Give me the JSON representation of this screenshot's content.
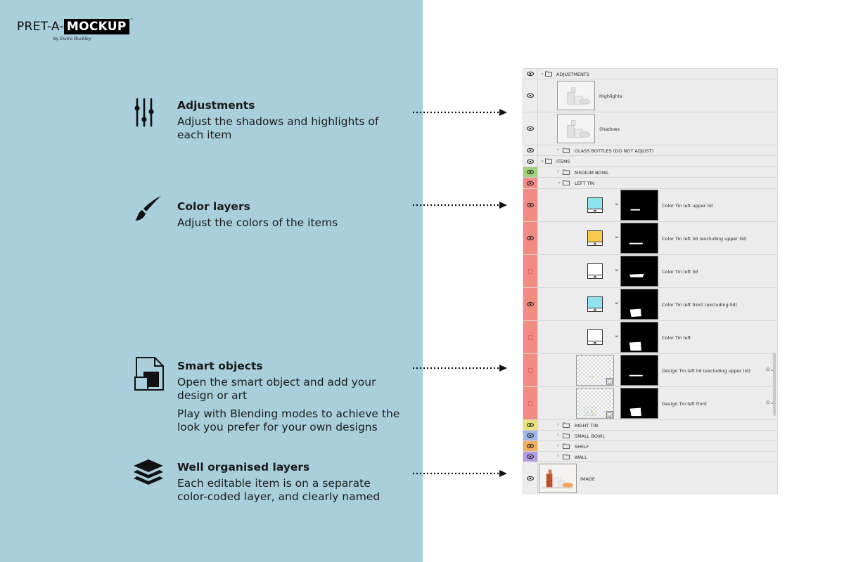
{
  "brand": {
    "pret": "PRET-A-",
    "mockup": "MOCKUP",
    "tm": "™",
    "by": "by",
    "signature": "Ewira Buckley"
  },
  "features": [
    {
      "icon": "sliders-icon",
      "title": "Adjustments",
      "lines": [
        "Adjust the shadows and highlights of",
        "each item"
      ]
    },
    {
      "icon": "brush-icon",
      "title": "Color layers",
      "lines": [
        "Adjust the colors of the items"
      ]
    },
    {
      "icon": "smart-object-icon",
      "title": "Smart objects",
      "lines": [
        "Open the smart object and add your",
        "design or art"
      ],
      "lines2": [
        "Play with Blending modes to achieve the",
        "look you prefer for your own designs"
      ]
    },
    {
      "icon": "layers-icon",
      "title": "Well organised layers",
      "lines": [
        "Each editable item is on a separate",
        "color-coded layer, and clearly named"
      ]
    }
  ],
  "layers_panel": {
    "rows": [
      {
        "name": "ADJUSTMENTS",
        "type": "group-open",
        "color": "none",
        "visible": true
      },
      {
        "name": "Highlights",
        "type": "adjustment",
        "color": "none",
        "visible": true
      },
      {
        "name": "Shadows",
        "type": "adjustment",
        "color": "none",
        "visible": true
      },
      {
        "name": "GLASS BOTTLES (DO NOT ADJUST)",
        "type": "group-closed",
        "color": "none",
        "visible": true
      },
      {
        "name": "ITEMS",
        "type": "group-open",
        "color": "none",
        "visible": true
      },
      {
        "name": "MEDIUM BOWL",
        "type": "group-closed",
        "color": "#9fd37a",
        "visible": true
      },
      {
        "name": "LEFT TIN",
        "type": "group-open",
        "color": "#f28b82",
        "visible": true
      },
      {
        "name": "Color Tin left upper lid",
        "type": "color-fill",
        "swatch": "#8fe3f0",
        "color": "#f28b82",
        "visible": true
      },
      {
        "name": "Color Tin left lid (excluding upper lid)",
        "type": "color-fill",
        "swatch": "#f6c94a",
        "color": "#f28b82",
        "visible": true
      },
      {
        "name": "Color Tin left lid",
        "type": "color-fill",
        "swatch": "#ffffff",
        "color": "#f28b82",
        "visible": false
      },
      {
        "name": "Color Tin left front (excluding lid)",
        "type": "color-fill",
        "swatch": "#8fe3f0",
        "color": "#f28b82",
        "visible": true
      },
      {
        "name": "Color Tin left",
        "type": "color-fill",
        "swatch": "#ffffff",
        "color": "#f28b82",
        "visible": false
      },
      {
        "name": "Design Tin left lid (excluding upper lid)",
        "type": "smart-object",
        "color": "#f28b82",
        "visible": false
      },
      {
        "name": "Design Tin left front",
        "type": "smart-object",
        "color": "#f28b82",
        "visible": false
      },
      {
        "name": "RIGHT TIN",
        "type": "group-closed",
        "color": "#e8e27a",
        "visible": true
      },
      {
        "name": "SMALL BOWL",
        "type": "group-closed",
        "color": "#9cb6e8",
        "visible": true
      },
      {
        "name": "SHELF",
        "type": "group-closed",
        "color": "#f3ad5f",
        "visible": true
      },
      {
        "name": "WALL",
        "type": "group-closed",
        "color": "#b59be0",
        "visible": true
      },
      {
        "name": "IMAGE",
        "type": "image",
        "color": "none",
        "visible": true
      }
    ]
  },
  "colors": {
    "left_background": "#a9cfdd",
    "panel_background": "#ececec"
  }
}
